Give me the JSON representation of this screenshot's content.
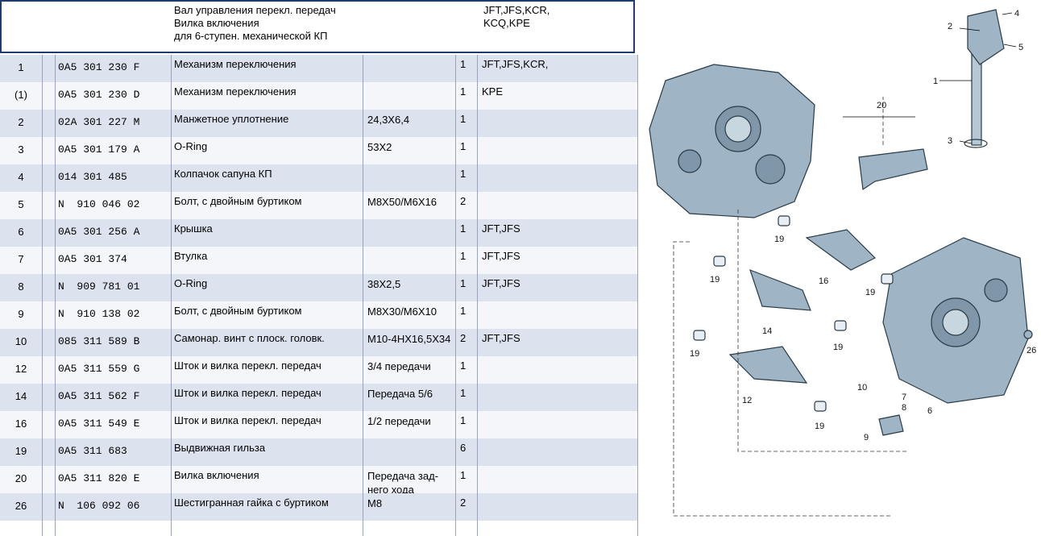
{
  "header": {
    "title_lines": [
      "Вал управления перекл. передач",
      "Вилка включения",
      "для 6-ступен. механической КП"
    ],
    "models_lines": [
      "JFT,JFS,KCR,",
      "KCQ,KPE"
    ]
  },
  "rows": [
    {
      "pos": "1",
      "part": "0A5 301 230 F",
      "name": "Механизм переключения",
      "spec": "",
      "qty": "1",
      "remark": "JFT,JFS,KCR,"
    },
    {
      "pos": "(1)",
      "part": "0A5 301 230 D",
      "name": "Механизм переключения",
      "spec": "",
      "qty": "1",
      "remark": "KPE"
    },
    {
      "pos": "2",
      "part": "02A 301 227 M",
      "name": "Манжетное уплотнение",
      "spec": "24,3X6,4",
      "qty": "1",
      "remark": ""
    },
    {
      "pos": "3",
      "part": "0A5 301 179 A",
      "name": "O-Ring",
      "spec": "53X2",
      "qty": "1",
      "remark": ""
    },
    {
      "pos": "4",
      "part": "014 301 485",
      "name": "Колпачок сапуна КП",
      "spec": "",
      "qty": "1",
      "remark": ""
    },
    {
      "pos": "5",
      "part": "N  910 046 02",
      "name": "Болт, с двойным буртиком",
      "spec": "M8X50/M6X16",
      "qty": "2",
      "remark": ""
    },
    {
      "pos": "6",
      "part": "0A5 301 256 A",
      "name": "Крышка",
      "spec": "",
      "qty": "1",
      "remark": "JFT,JFS"
    },
    {
      "pos": "7",
      "part": "0A5 301 374",
      "name": "Втулка",
      "spec": "",
      "qty": "1",
      "remark": "JFT,JFS"
    },
    {
      "pos": "8",
      "part": "N  909 781 01",
      "name": "O-Ring",
      "spec": "38X2,5",
      "qty": "1",
      "remark": "JFT,JFS"
    },
    {
      "pos": "9",
      "part": "N  910 138 02",
      "name": "Болт, с двойным буртиком",
      "spec": "M8X30/M6X10",
      "qty": "1",
      "remark": ""
    },
    {
      "pos": "10",
      "part": "085 311 589 B",
      "name": "Самонар. винт с плоск. головк.",
      "spec": "M10-4HX16,5X34",
      "qty": "2",
      "remark": "JFT,JFS"
    },
    {
      "pos": "12",
      "part": "0A5 311 559 G",
      "name": "Шток и вилка перекл. передач",
      "spec": "3/4 передачи",
      "qty": "1",
      "remark": ""
    },
    {
      "pos": "14",
      "part": "0A5 311 562 F",
      "name": "Шток и вилка перекл. передач",
      "spec": "Передача 5/6",
      "qty": "1",
      "remark": ""
    },
    {
      "pos": "16",
      "part": "0A5 311 549 E",
      "name": "Шток и вилка перекл. передач",
      "spec": "1/2 передачи",
      "qty": "1",
      "remark": ""
    },
    {
      "pos": "19",
      "part": "0A5 311 683",
      "name": "Выдвижная гильза",
      "spec": "",
      "qty": "6",
      "remark": ""
    },
    {
      "pos": "20",
      "part": "0A5 311 820 E",
      "name": "Вилка включения",
      "spec": "Передача зад-него хода",
      "qty": "1",
      "remark": ""
    },
    {
      "pos": "26",
      "part": "N  106 092 06",
      "name": "Шестигранная гайка с буртиком",
      "spec": "M8",
      "qty": "2",
      "remark": ""
    }
  ],
  "spec_20_lines": [
    "Передача зад-",
    "него хода"
  ],
  "diagram_labels": [
    "1",
    "2",
    "3",
    "4",
    "5",
    "6",
    "7",
    "8",
    "9",
    "10",
    "12",
    "14",
    "16",
    "19",
    "20",
    "26"
  ],
  "colors": {
    "row_odd": "#dde3ee",
    "row_even": "#f4f6fa",
    "header_border": "#1f3b73",
    "part_fill": "#9fb4c4",
    "part_stroke": "#2a3b48"
  }
}
